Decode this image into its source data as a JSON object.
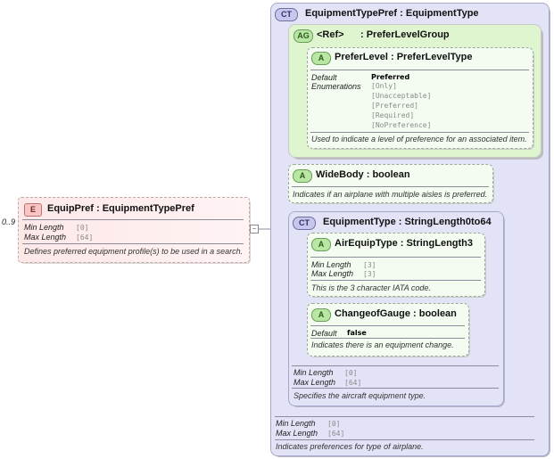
{
  "element": {
    "badge": "E",
    "occurs": "0..9",
    "title": "EquipPref : EquipmentTypePref",
    "facets": [
      {
        "name": "Min Length",
        "value": "[0]"
      },
      {
        "name": "Max Length",
        "value": "[64]"
      }
    ],
    "description": "Defines preferred equipment profile(s) to be used in a search."
  },
  "complex_type": {
    "badge": "CT",
    "title": "EquipmentTypePref : EquipmentType",
    "facets": [
      {
        "name": "Min Length",
        "value": "[0]"
      },
      {
        "name": "Max Length",
        "value": "[64]"
      }
    ],
    "description": "Indicates preferences for type of airplane."
  },
  "attribute_group": {
    "badge": "AG",
    "ref": "<Ref>",
    "title": ": PreferLevelGroup"
  },
  "prefer_level": {
    "badge": "A",
    "title": "PreferLevel : PreferLevelType",
    "default_label": "Default",
    "enum_label": "Enumerations",
    "default_value": "Preferred",
    "enumerations": [
      "[Only]",
      "[Unacceptable]",
      "[Preferred]",
      "[Required]",
      "[NoPreference]"
    ],
    "description": "Used to indicate a level of preference for an associated item."
  },
  "wide_body": {
    "badge": "A",
    "title": "WideBody : boolean",
    "description": "Indicates if an airplane with multiple aisles is preferred."
  },
  "equipment_type": {
    "badge": "CT",
    "title": "EquipmentType : StringLength0to64",
    "facets": [
      {
        "name": "Min Length",
        "value": "[0]"
      },
      {
        "name": "Max Length",
        "value": "[64]"
      }
    ],
    "description": "Specifies the aircraft equipment type."
  },
  "air_equip_type": {
    "badge": "A",
    "title": "AirEquipType : StringLength3",
    "facets": [
      {
        "name": "Min Length",
        "value": "[3]"
      },
      {
        "name": "Max Length",
        "value": "[3]"
      }
    ],
    "description": "This is the 3 character IATA code."
  },
  "change_of_gauge": {
    "badge": "A",
    "title": "ChangeofGauge : boolean",
    "default_label": "Default",
    "default_value": "false",
    "description": "Indicates there is an equipment change."
  },
  "colors": {
    "complex_type_fill": "#e3e3f8",
    "attribute_fill": "#dff5cf",
    "element_fill": "#fde8e8"
  }
}
